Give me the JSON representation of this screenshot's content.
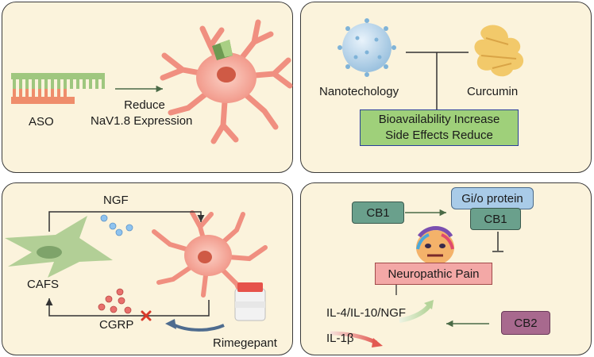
{
  "panel_aso": {
    "aso_label": "ASO",
    "arrow_label_line1": "Reduce",
    "arrow_label_line2": "NaV1.8 Expression"
  },
  "panel_curcumin": {
    "nano_label": "Nanotechology",
    "curcumin_label": "Curcumin",
    "result_line1": "Bioavailability Increase",
    "result_line2": "Side Effects Reduce",
    "result_fill": "#9fd07a",
    "result_border": "#2a3f9a"
  },
  "panel_ngf": {
    "ngf_label": "NGF",
    "cafs_label": "CAFS",
    "cgrp_label": "CGRP",
    "drug_label": "Rimegepant",
    "ngf_dot_color": "#8ec3ef",
    "cgrp_dot_color": "#e8706c",
    "block_color": "#d93a2a"
  },
  "panel_cb": {
    "cb1_label": "CB1",
    "gio_label": "Gi/o protein",
    "cb1_inner_label": "CB1",
    "pain_label": "Neuropathic Pain",
    "cytokine_label": "IL-4/IL-10/NGF",
    "il1b_label": "IL-1β",
    "cb2_label": "CB2",
    "cb1_color": "#6aa08c",
    "gio_color": "#a9cbe8",
    "pain_color": "#f3a8a6",
    "cb2_color": "#a8698e"
  }
}
